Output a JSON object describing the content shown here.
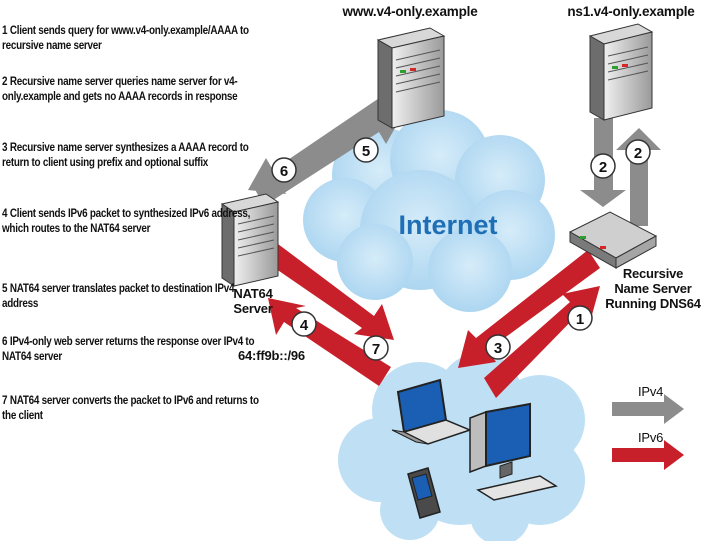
{
  "steps": [
    {
      "num": "1",
      "text": "Client sends query for www.v4-only.example/AAAA to recursive name server"
    },
    {
      "num": "2",
      "text": "Recursive name server queries name server for v4-only.example and gets no AAAA records in response"
    },
    {
      "num": "3",
      "text": "Recursive name server synthesizes a AAAA record to return to client using prefix and optional suffix"
    },
    {
      "num": "4",
      "text": "Client sends IPv6 packet to synthesized IPv6 address, which routes to the NAT64 server"
    },
    {
      "num": "5",
      "text": "NAT64 server translates packet to destination IPv4 address"
    },
    {
      "num": "6",
      "text": "IPv4-only web server returns the response over IPv4 to NAT64 server"
    },
    {
      "num": "7",
      "text": "NAT64 server converts the packet to IPv6 and returns to the client"
    }
  ],
  "nodes": {
    "web_server": "www.v4-only.example",
    "ns1_server": "ns1.v4-only.example",
    "nat64_line1": "NAT64",
    "nat64_line2": "Server",
    "recursive_line1": "Recursive",
    "recursive_line2": "Name Server",
    "recursive_line3": "Running DNS64",
    "prefix": "64:ff9b::/96",
    "cloud": "Internet"
  },
  "legend": {
    "ipv4": "IPv4",
    "ipv6": "IPv6"
  },
  "arrow_numbers": [
    "1",
    "2",
    "3",
    "4",
    "5",
    "6",
    "7"
  ],
  "colors": {
    "ipv4_arrow": "#8c8c8c",
    "ipv6_arrow": "#c8202a",
    "cloud": "#bfe0f4",
    "cloud_text": "#1e6fb5"
  }
}
